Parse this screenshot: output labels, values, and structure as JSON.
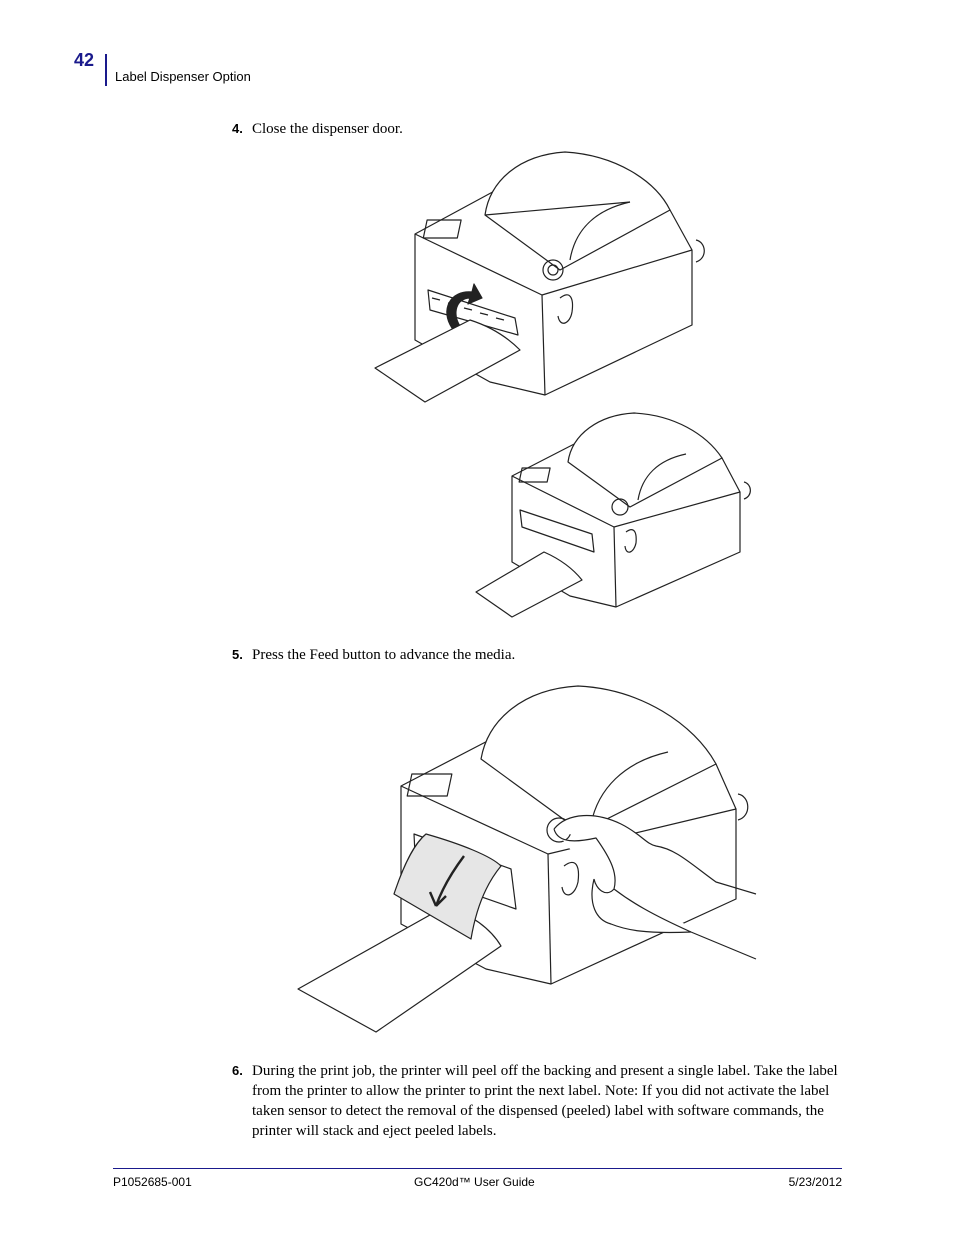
{
  "header": {
    "page_number": "42",
    "section_title": "Label Dispenser Option"
  },
  "steps": [
    {
      "number": "4.",
      "text": "Close the dispenser door."
    },
    {
      "number": "5.",
      "text": "Press the Feed button to advance the media."
    },
    {
      "number": "6.",
      "text": "During the print job, the printer will peel off the backing and present a single label. Take the label from the printer to allow the printer to print the next label. Note: If you did not activate the label taken sensor to detect the removal of the dispensed (peeled) label with software commands, the printer will stack and eject peeled labels."
    }
  ],
  "footer": {
    "doc_number": "P1052685-001",
    "guide_title": "GC420d™ User Guide",
    "date": "5/23/2012"
  }
}
